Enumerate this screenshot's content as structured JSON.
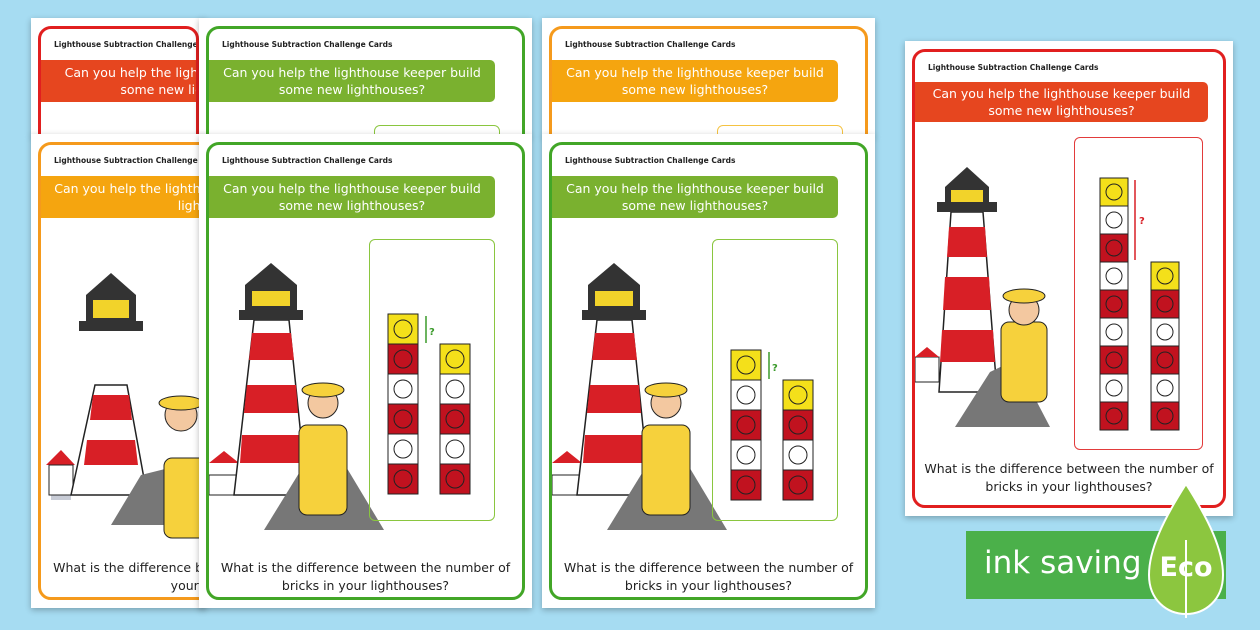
{
  "cards": {
    "title": "Lighthouse Subtraction Challenge Cards",
    "banner": "Can you help the lighthouse keeper build some new lighthouses?",
    "question": "What is the difference between the number of bricks in your lighthouses?",
    "question_mark": "?"
  },
  "badge": {
    "text": "ink saving",
    "label": "Eco"
  },
  "colors": {
    "green": "#7ab12f",
    "orange": "#f5a50f",
    "red": "#e6461f",
    "background": "#a6dcf2",
    "eco_green": "#4bb04a"
  }
}
